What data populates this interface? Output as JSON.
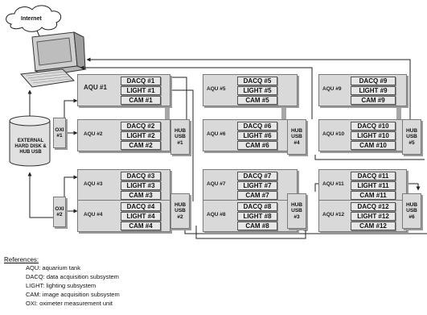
{
  "internet": "Internet",
  "disk": {
    "line1": "EXTERNAL",
    "line2": "HARD DISK &",
    "line3": "HUB USB"
  },
  "oxi": [
    {
      "line1": "OXI",
      "line2": "#1"
    },
    {
      "line1": "OXI",
      "line2": "#2"
    }
  ],
  "hub_label": {
    "line1": "HUB",
    "line2": "USB"
  },
  "units": [
    {
      "aqu": "AQU #1",
      "dacq": "DACQ #1",
      "light": "LIGHT #1",
      "cam": "CAM #1"
    },
    {
      "aqu": "AQU #2",
      "dacq": "DACQ #2",
      "light": "LIGHT #2",
      "cam": "CAM #2"
    },
    {
      "aqu": "AQU #3",
      "dacq": "DACQ #3",
      "light": "LIGHT #3",
      "cam": "CAM #3"
    },
    {
      "aqu": "AQU #4",
      "dacq": "DACQ #4",
      "light": "LIGHT #4",
      "cam": "CAM #4"
    },
    {
      "aqu": "AQU #5",
      "dacq": "DACQ #5",
      "light": "LIGHT #5",
      "cam": "CAM #5"
    },
    {
      "aqu": "AQU #6",
      "dacq": "DACQ #6",
      "light": "LIGHT #6",
      "cam": "CAM #6"
    },
    {
      "aqu": "AQU #7",
      "dacq": "DACQ #7",
      "light": "LIGHT #7",
      "cam": "CAM #7"
    },
    {
      "aqu": "AQU #8",
      "dacq": "DACQ #8",
      "light": "LIGHT #8",
      "cam": "CAM #8"
    },
    {
      "aqu": "AQU #9",
      "dacq": "DACQ #9",
      "light": "LIGHT #9",
      "cam": "CAM #9"
    },
    {
      "aqu": "AQU #10",
      "dacq": "DACQ #10",
      "light": "LIGHT #10",
      "cam": "CAM #10"
    },
    {
      "aqu": "AQU #11",
      "dacq": "DACQ #11",
      "light": "LIGHT #11",
      "cam": "CAM #11"
    },
    {
      "aqu": "AQU #12",
      "dacq": "DACQ #12",
      "light": "LIGHT #12",
      "cam": "CAM #12"
    }
  ],
  "hubs": [
    "#1",
    "#2",
    "#4",
    "#3",
    "#5",
    "#6"
  ],
  "references": {
    "title": "References:",
    "items": [
      "AQU: aquarium tank",
      "DACQ: data acquisition subsystem",
      "LIGHT: lighting subsystem",
      "CAM: image acquisition subsystem",
      "OXI: oximeter measurement unit"
    ]
  }
}
